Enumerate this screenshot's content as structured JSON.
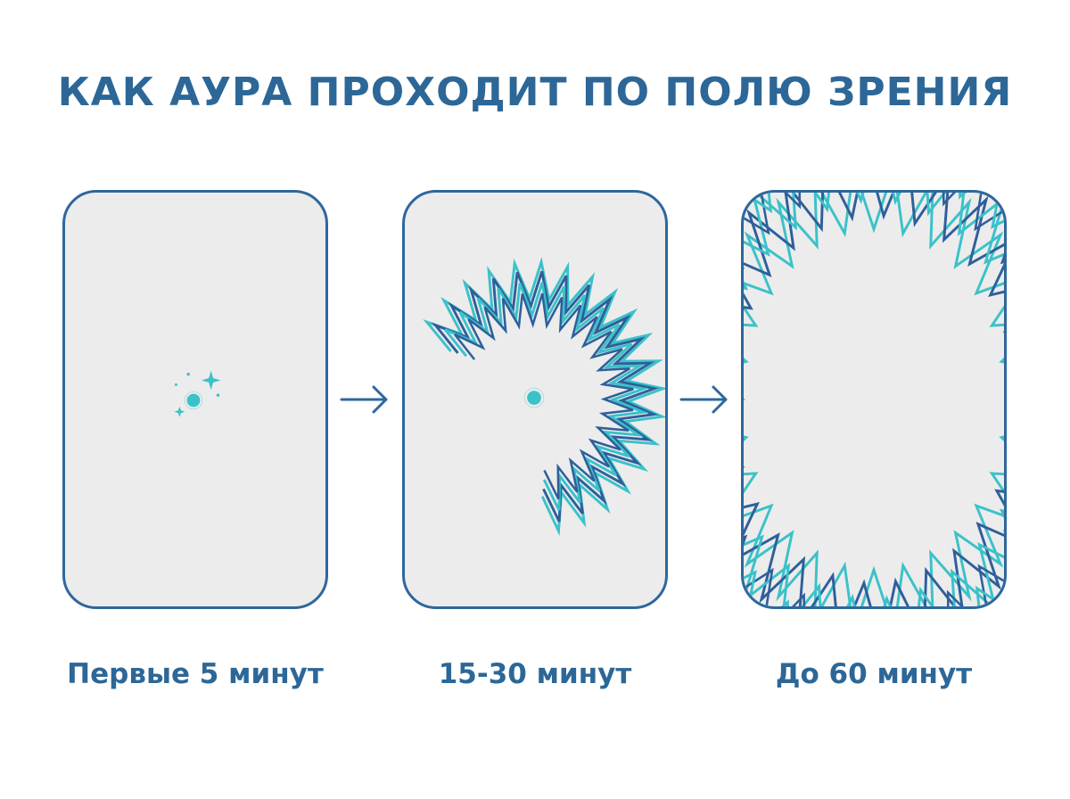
{
  "title": "КАК АУРА ПРОХОДИТ ПО ПОЛЮ ЗРЕНИЯ",
  "stages": [
    {
      "caption": "Первые 5 минут",
      "icon": "central-sparkle-icon"
    },
    {
      "caption": "15-30 минут",
      "icon": "expanding-zigzag-arc-icon"
    },
    {
      "caption": "До 60 минут",
      "icon": "peripheral-zigzag-ring-icon"
    }
  ],
  "colors": {
    "title": "#2c6797",
    "caption": "#2c6797",
    "frame": "#2e679d",
    "panel_fill": "#ececec",
    "zigzag_light": "#3bc1c9",
    "zigzag_dark": "#2e5f9b",
    "spot": "#3bc1c9",
    "arrow": "#2e679d"
  }
}
